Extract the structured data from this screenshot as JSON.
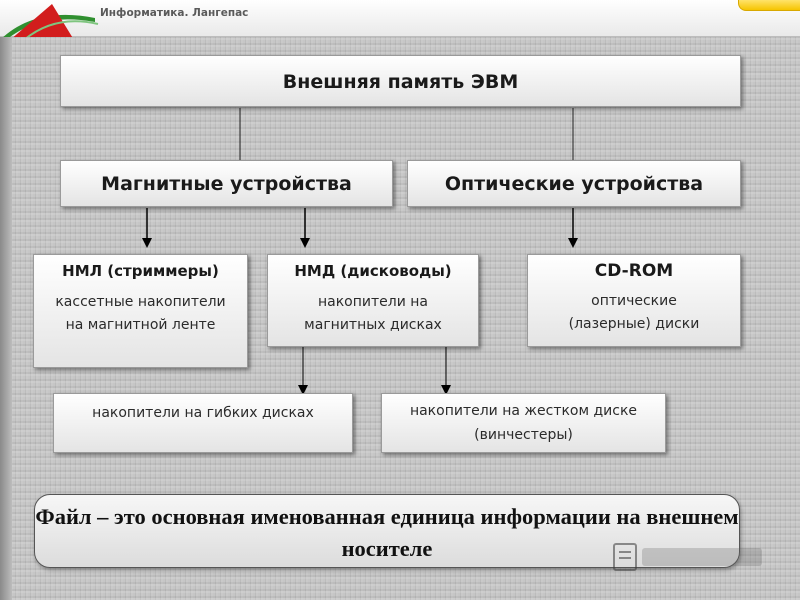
{
  "header": {
    "site_title": "Информатика. Лангепас"
  },
  "diagram": {
    "root": "Внешняя память ЭВМ",
    "branches": [
      {
        "label": "Магнитные устройства"
      },
      {
        "label": "Оптические устройства"
      }
    ],
    "devices": [
      {
        "title": "НМЛ (стриммеры)",
        "desc": "кассетные накопители на магнитной ленте"
      },
      {
        "title": "НМД (дисководы)",
        "desc": "накопители на магнитных дисках"
      },
      {
        "title": "CD-ROM",
        "desc": "оптические (лазерные) диски"
      }
    ],
    "disk_types": [
      {
        "label": "накопители на гибких дисках"
      },
      {
        "label": "накопители на жестком диске (винчестеры)"
      }
    ]
  },
  "footer": {
    "text": "Файл – это основная именованная единица информации на внешнем носителе"
  }
}
